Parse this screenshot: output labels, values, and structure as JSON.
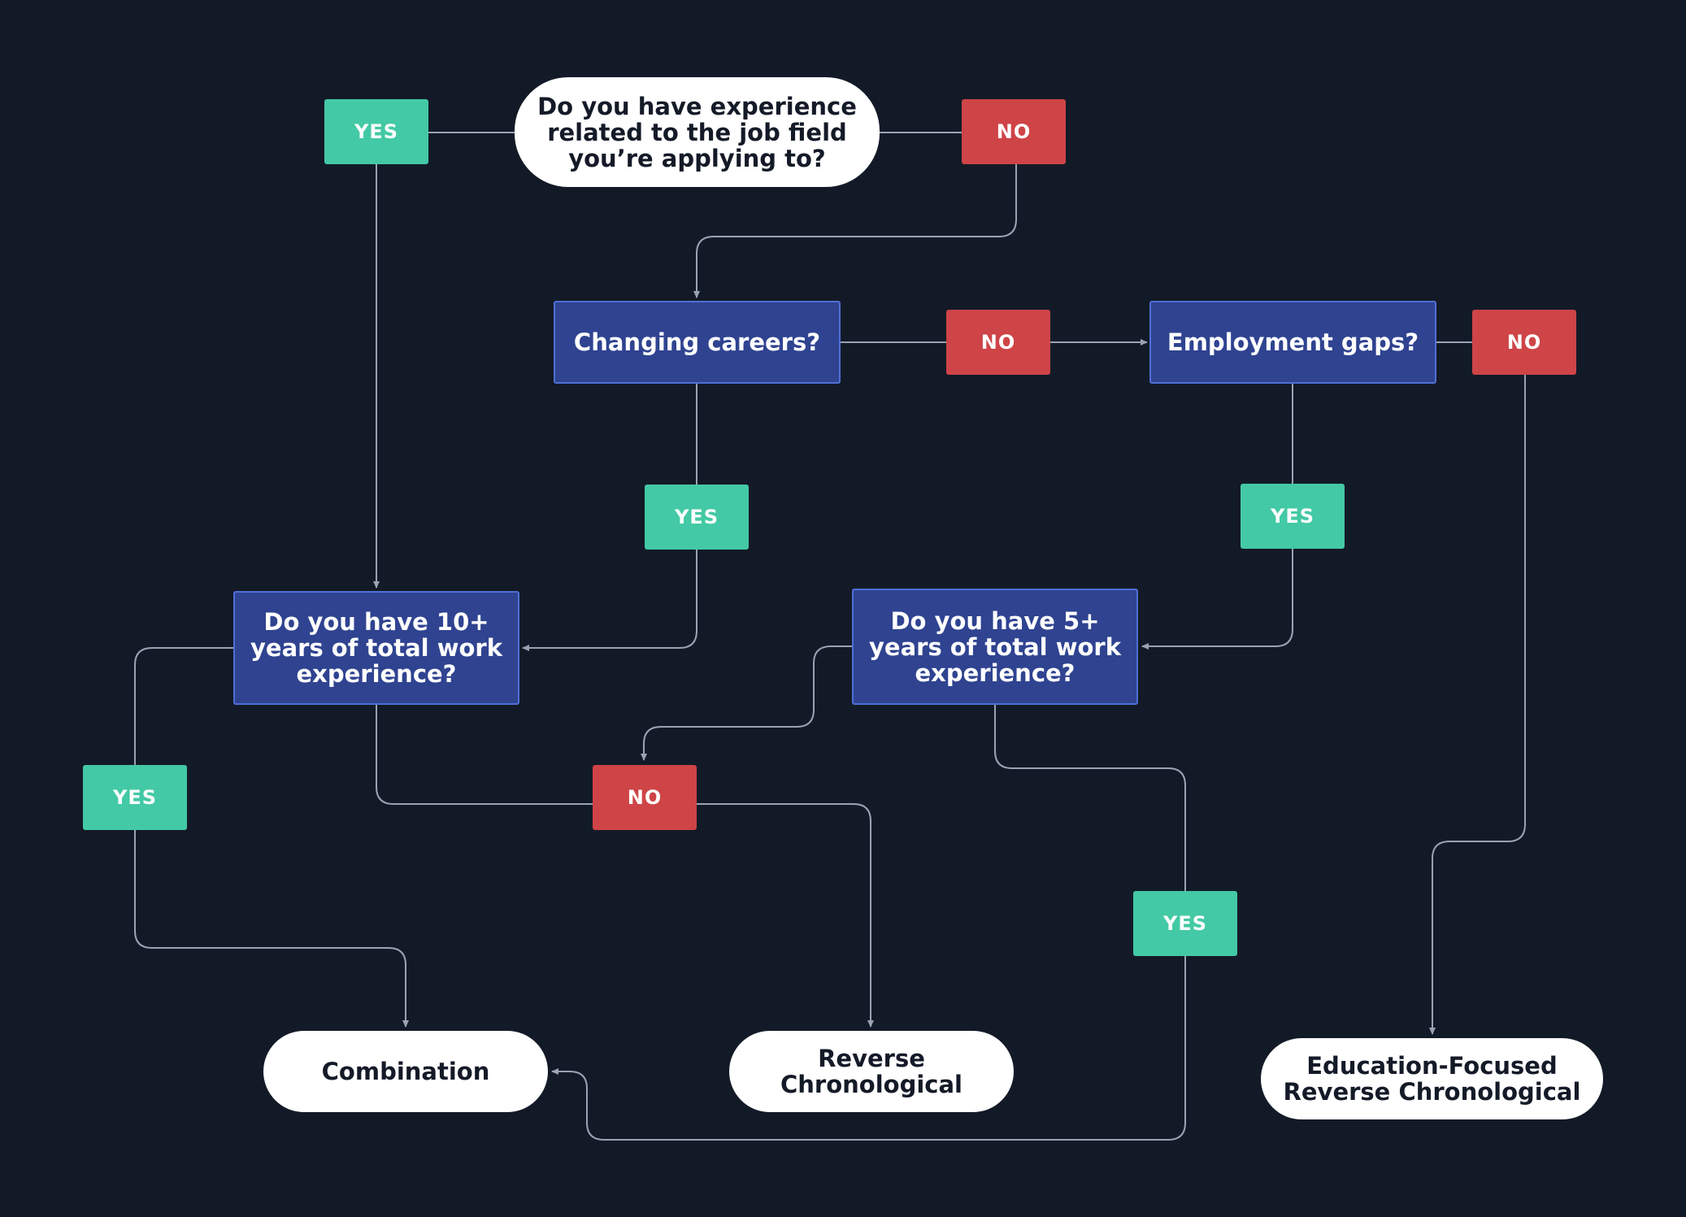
{
  "colors": {
    "background": "#131a27",
    "question_fill": "#2f4390",
    "question_border": "#4f6fd6",
    "yes_badge": "#43c9a5",
    "no_badge": "#ce4447",
    "terminal_fill": "#ffffff",
    "connector": "#9aa3b4"
  },
  "nodes": {
    "start_question": "Do you have experience\nrelated to the job field\nyou’re applying to?",
    "changing_careers": "Changing careers?",
    "employment_gaps": "Employment gaps?",
    "ten_plus_years": "Do you have 10+\nyears of total work\nexperience?",
    "five_plus_years": "Do you have 5+\nyears of total work\nexperience?",
    "combination": "Combination",
    "reverse_chronological": "Reverse\nChronological",
    "education_focused": "Education-Focused\nReverse Chronological"
  },
  "labels": {
    "yes": "YES",
    "no": "NO"
  },
  "edges": [
    {
      "from": "start_question",
      "to": "ten_plus_years",
      "label": "YES"
    },
    {
      "from": "start_question",
      "to": "changing_careers",
      "label": "NO"
    },
    {
      "from": "changing_careers",
      "to": "employment_gaps",
      "label": "NO"
    },
    {
      "from": "changing_careers",
      "to": "ten_plus_years",
      "label": "YES"
    },
    {
      "from": "employment_gaps",
      "to": "five_plus_years",
      "label": "YES"
    },
    {
      "from": "employment_gaps",
      "to": "education_focused",
      "label": "NO"
    },
    {
      "from": "ten_plus_years",
      "to": "combination",
      "label": "YES"
    },
    {
      "from": "ten_plus_years",
      "to": "reverse_chronological",
      "label": "NO"
    },
    {
      "from": "five_plus_years",
      "to": "reverse_chronological",
      "label": "NO"
    },
    {
      "from": "five_plus_years",
      "to": "combination",
      "label": "YES"
    }
  ]
}
